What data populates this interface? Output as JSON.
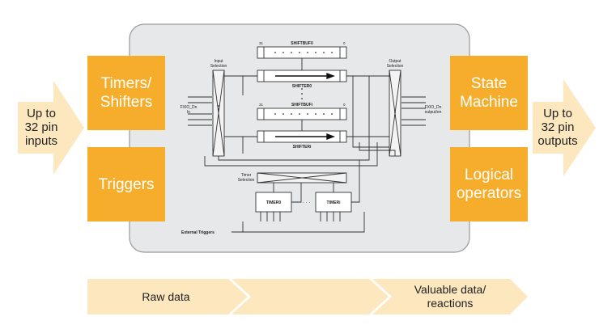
{
  "left_arrow": {
    "text": "Up to\n32 pin\ninputs"
  },
  "right_arrow": {
    "text": "Up to\n32 pin\noutputs"
  },
  "left_boxes": [
    {
      "label": "Timers/\nShifters"
    },
    {
      "label": "Triggers"
    }
  ],
  "right_boxes": [
    {
      "label": "State\nMachine"
    },
    {
      "label": "Logical\noperators"
    }
  ],
  "bottom_band": {
    "left": "Raw data",
    "right": "Valuable data/\nreactions"
  },
  "flexio": {
    "input_selection": "Input\nSelection",
    "output_selection": "Output\nSelection",
    "pin_in": "FXIO_Dn\nIn",
    "pin_out": "FXIO_Dn\noutput/en",
    "shiftbuf_top": "SHIFTBUF0",
    "shifter_top": "SHIFTER0",
    "shiftbuf_bottom": "SHIFTBUFi",
    "shifter_bottom": "SHIFTERi",
    "bit_high": "31",
    "bit_low": "0",
    "timer_selection": "Timer\nSelection",
    "timer0": "TIMER0",
    "timeri": "TIMERi",
    "dots": "· · · · ·",
    "external_triggers": "External Triggers"
  },
  "colors": {
    "orange": "#f6ad2b",
    "light_orange": "#fde7be",
    "panel": "#e6e8e9"
  }
}
